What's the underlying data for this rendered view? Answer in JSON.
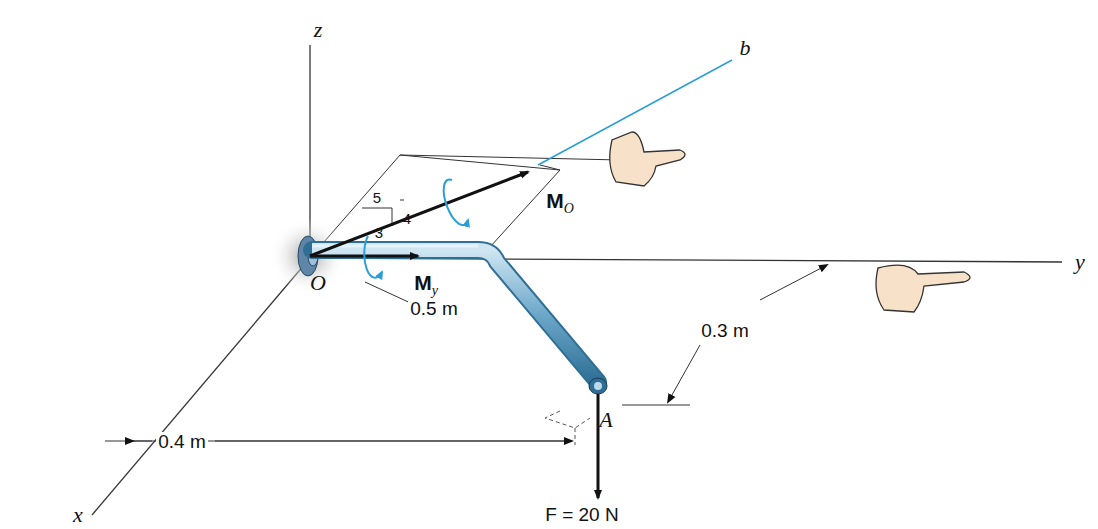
{
  "diagram": {
    "labels": [
      "z",
      "b",
      "5",
      "4",
      "3",
      "MO",
      "My",
      "O",
      "0.5 m",
      "0.3 m",
      "y",
      "0.4 m",
      "x",
      "A",
      "F = 20 N"
    ]
  }
}
